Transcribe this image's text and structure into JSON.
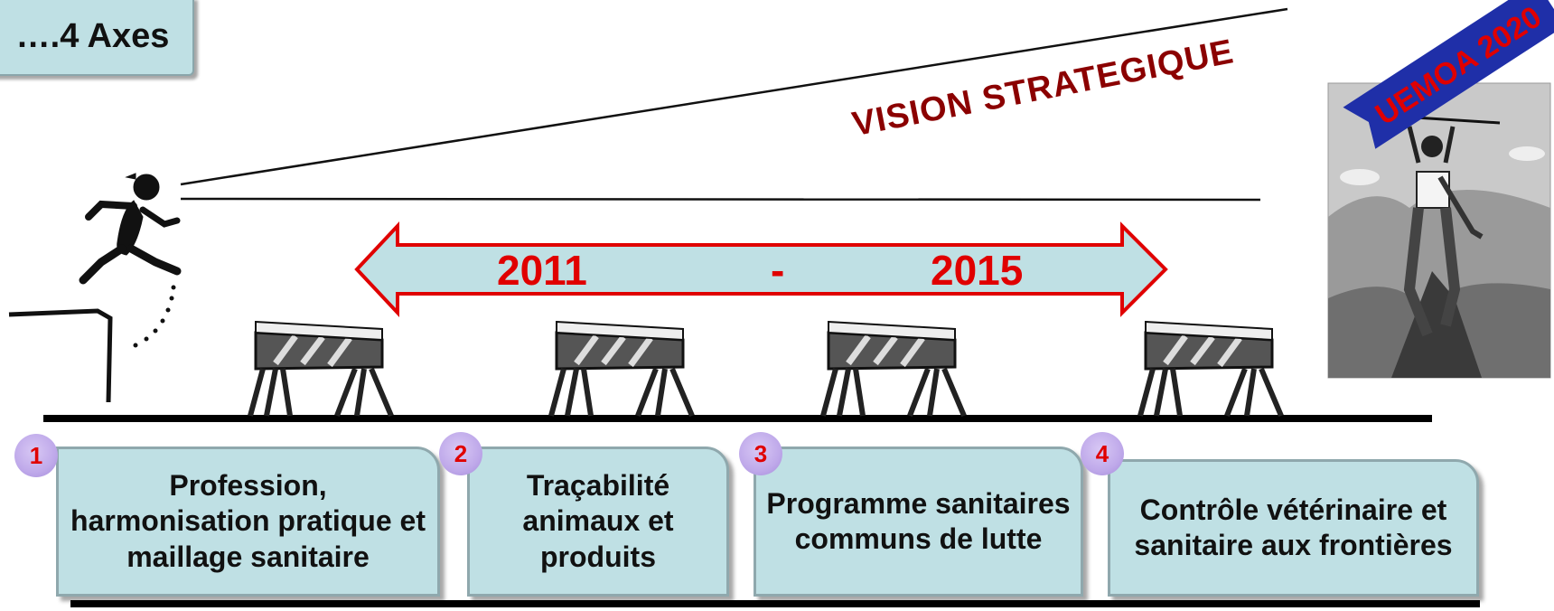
{
  "title": "….4 Axes",
  "vision": "VISION STRATEGIQUE",
  "period": {
    "start": "2011",
    "separator": "-",
    "end": "2015"
  },
  "banner": "UEMOA 2020",
  "axes": [
    {
      "number": "1",
      "label": "Profession, harmonisation pratique et maillage sanitaire"
    },
    {
      "number": "2",
      "label": "Traçabilité animaux et produits"
    },
    {
      "number": "3",
      "label": "Programme sanitaires communs de lutte"
    },
    {
      "number": "4",
      "label": "Contrôle vétérinaire et sanitaire aux frontières"
    }
  ],
  "colors": {
    "box_fill": "#bfe0e4",
    "arrow_stroke": "#e00000",
    "accent_red": "#e00000",
    "vision_red": "#8b0000",
    "badge_purple": "#bfa9ea"
  }
}
